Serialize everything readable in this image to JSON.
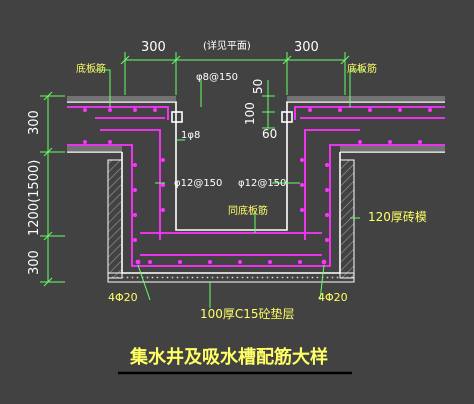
{
  "title": "集水井及吸水槽配筋大样",
  "dims": {
    "top_left_width": "300",
    "top_right_width": "300",
    "see_plan": "(详见平面)",
    "right_100": "100",
    "right_50": "50",
    "right_60": "60",
    "left_300_top": "300",
    "left_1200": "1200(1500)",
    "left_300_bottom": "300"
  },
  "labels": {
    "bottom_bar_left": "底板筋",
    "bottom_bar_right": "底板筋",
    "bar_top_ring": "φ8@150",
    "bar_corner": "1φ8",
    "bar_wall_left": "φ12@150",
    "bar_wall_right": "φ12@150",
    "bar_inner": "同底板筋",
    "brick_wall": "120厚砖模",
    "corner_bars_left": "4Φ20",
    "corner_bars_right": "4Φ20",
    "cushion": "100厚C15砼垫层"
  },
  "colors": {
    "background": "#424242",
    "concrete": "#ffffff",
    "rebar": "#ff33ff",
    "dimension": "#66ff66",
    "text_yellow": "#ffff66",
    "hatch": "#a0a0a0"
  }
}
